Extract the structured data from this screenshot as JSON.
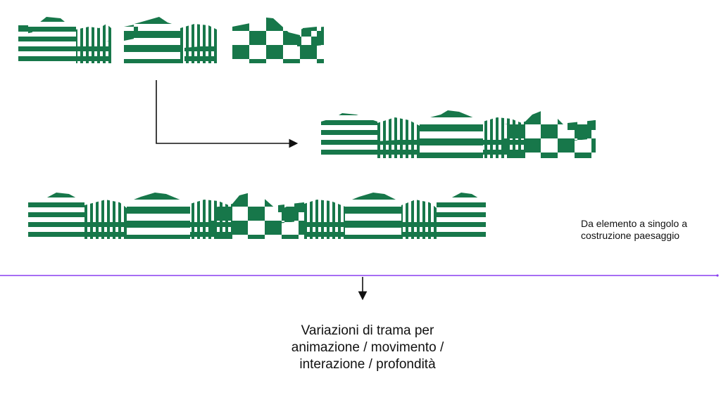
{
  "colors": {
    "pattern": "#17774a",
    "background": "#ffffff",
    "timeline": "#8a3ff0",
    "arrow": "#111111"
  },
  "caption_side": {
    "line1": "Da elemento a singolo a",
    "line2": "costruzione paesaggio"
  },
  "caption_main": {
    "line1": "Variazioni di trama per",
    "line2": "animazione / movimento /",
    "line3": "interazione / profondità"
  }
}
